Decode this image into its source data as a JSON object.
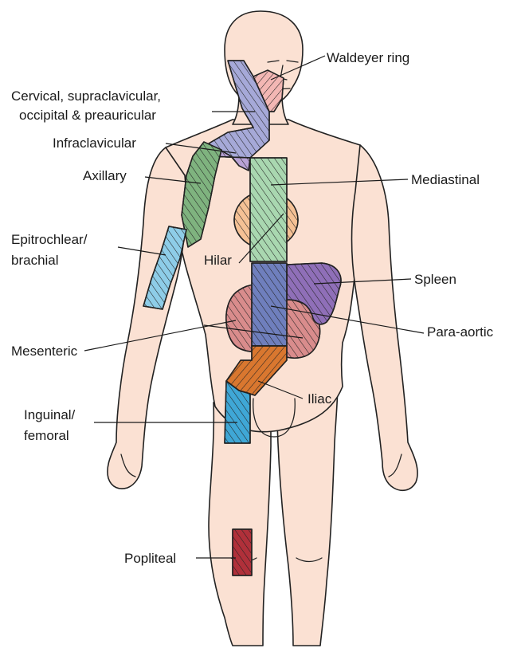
{
  "labels": {
    "waldeyer": "Waldeyer ring",
    "cervical_1": "Cervical, supraclavicular,",
    "cervical_2": "occipital & preauricular",
    "infraclavicular": "Infraclavicular",
    "axillary": "Axillary",
    "mediastinal": "Mediastinal",
    "epitrochlear_1": "Epitrochlear/",
    "epitrochlear_2": "brachial",
    "hilar": "Hilar",
    "spleen": "Spleen",
    "para_aortic": "Para-aortic",
    "mesenteric": "Mesenteric",
    "iliac": "Iliac",
    "inguinal_1": "Inguinal/",
    "inguinal_2": "femoral",
    "popliteal": "Popliteal"
  },
  "colors": {
    "skin": "#fbe1d3",
    "cervical": "#a6a9d8",
    "waldeyer": "#f3b7b4",
    "infraclavicular": "#b9a3d6",
    "axillary": "#7fb37f",
    "mediastinal": "#a9d7b0",
    "epitrochlear": "#8ecde8",
    "hilar": "#f5c195",
    "spleen": "#8f6fb8",
    "para_aortic": "#6f7fbd",
    "mesenteric": "#d98c8c",
    "iliac": "#d9772f",
    "inguinal": "#3fa7d6",
    "popliteal": "#b0303a"
  }
}
